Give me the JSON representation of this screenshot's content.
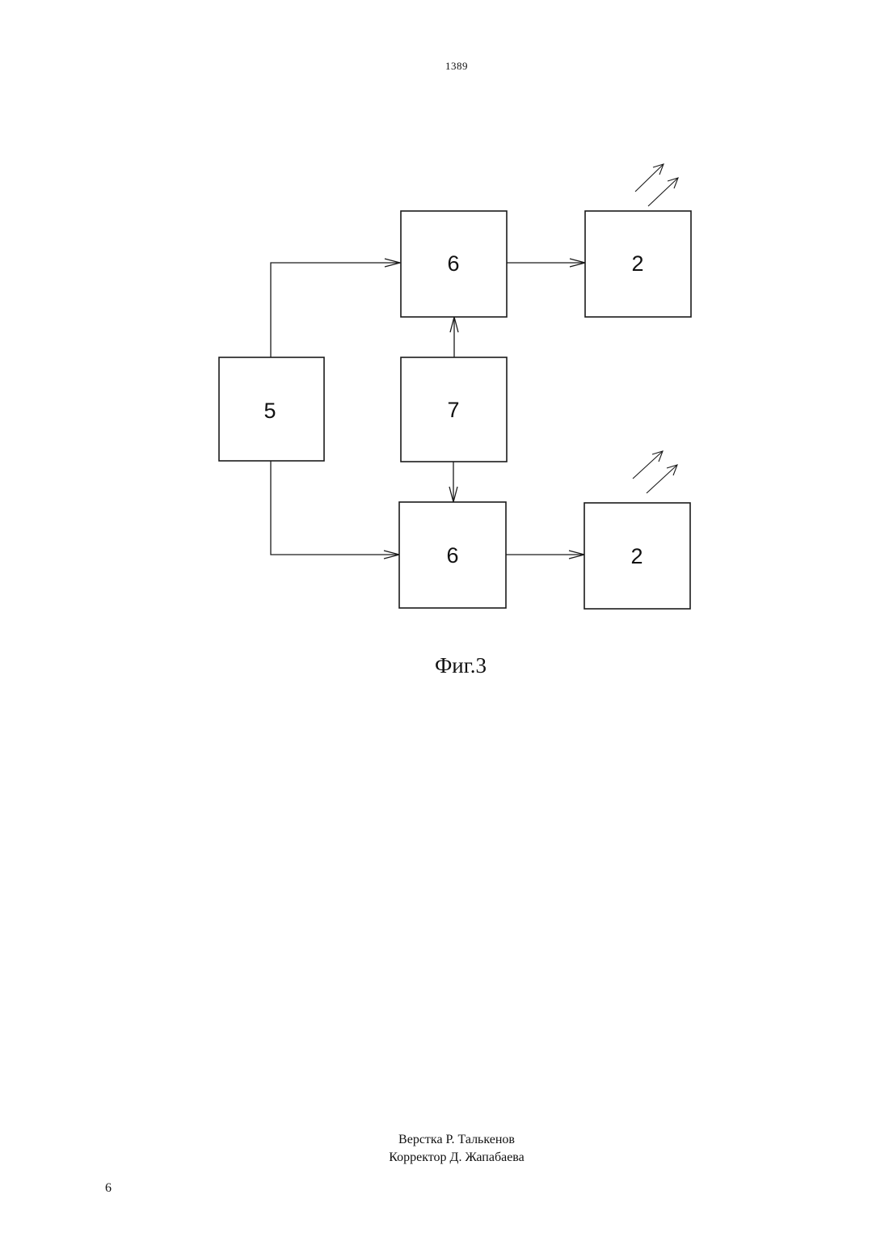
{
  "header": {
    "number": "1389"
  },
  "diagram": {
    "blocks": [
      "6",
      "2",
      "5",
      "7",
      "6",
      "2"
    ]
  },
  "caption": "Фиг.3",
  "credits": {
    "layout": "Верстка Р. Талькенов",
    "corrector": "Корректор Д. Жапабаева"
  },
  "footer": {
    "page_number": "6"
  }
}
